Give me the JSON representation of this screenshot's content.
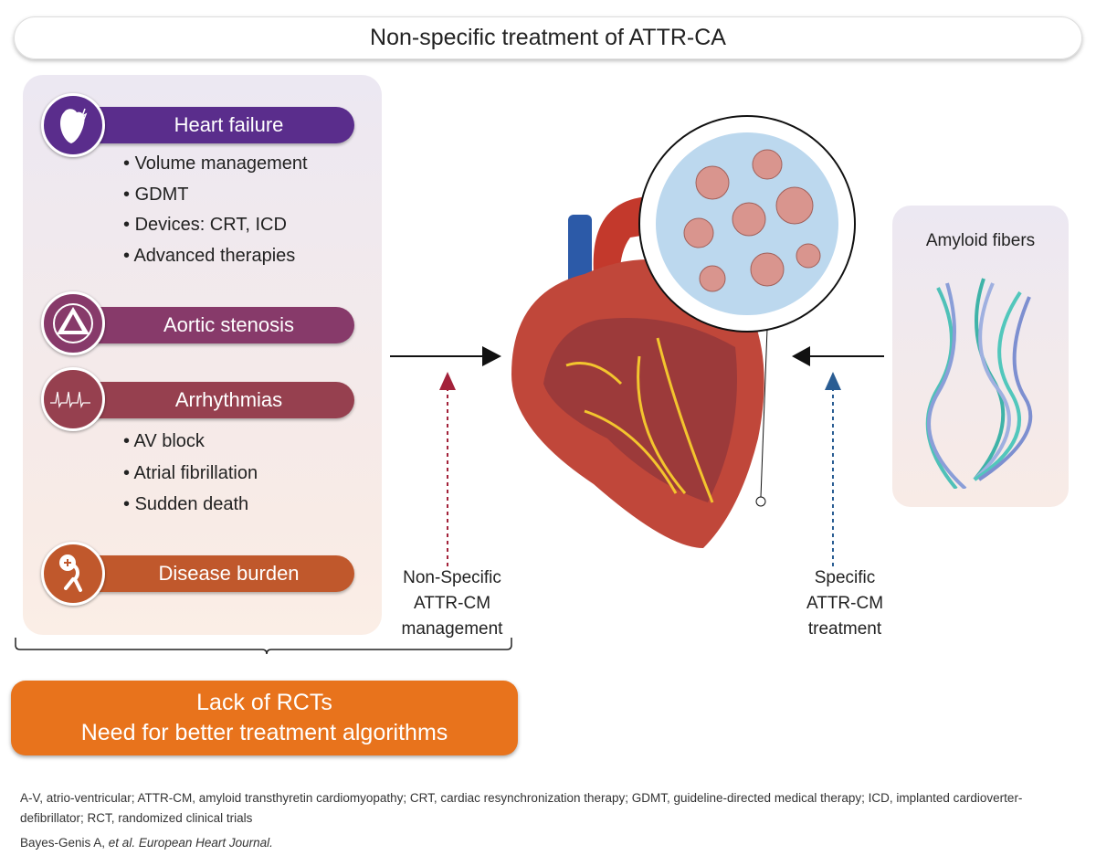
{
  "title": "Non-specific treatment of ATTR-CA",
  "categories": [
    {
      "label": "Heart failure",
      "color": "#5a2d8c",
      "icon": "heart-icon",
      "bullets": [
        "Volume management",
        "GDMT",
        "Devices: CRT, ICD",
        "Advanced therapies"
      ]
    },
    {
      "label": "Aortic stenosis",
      "color": "#873a6a",
      "icon": "valve-icon",
      "bullets": []
    },
    {
      "label": "Arrhythmias",
      "color": "#96404f",
      "icon": "ecg-icon",
      "bullets": [
        "AV block",
        "Atrial fibrillation",
        "Sudden death"
      ]
    },
    {
      "label": "Disease burden",
      "color": "#c0582c",
      "icon": "person-burden-icon",
      "bullets": []
    }
  ],
  "summary": {
    "line1": "Lack of RCTs",
    "line2": "Need for better treatment algorithms",
    "color": "#e8731c"
  },
  "nonspecific": {
    "line1": "Non-Specific",
    "line2": "ATTR-CM",
    "line3": "management",
    "color": "#a3223a"
  },
  "specific": {
    "line1": "Specific",
    "line2": "ATTR-CM",
    "line3": "treatment",
    "color": "#2a5d93"
  },
  "amyloid": {
    "label": "Amyloid fibers"
  },
  "footnote": {
    "abbreviations": "A-V, atrio-ventricular; ATTR-CM, amyloid transthyretin cardiomyopathy; CRT, cardiac resynchronization therapy; GDMT, guideline-directed medical therapy; ICD, implanted cardioverter-defibrillator; RCT, randomized clinical trials",
    "citation_authors": "Bayes-Genis A, ",
    "citation_etal": "et al. European Heart Journal."
  }
}
